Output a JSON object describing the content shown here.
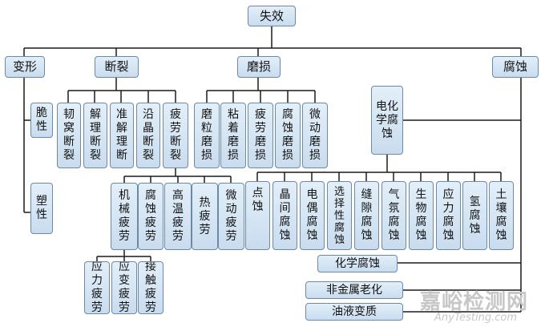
{
  "root": "失效",
  "categories": {
    "deformation": "变形",
    "fracture": "断裂",
    "wear": "磨损",
    "corrosion": "腐蚀"
  },
  "deformation_items": [
    "脆性",
    "塑性"
  ],
  "fracture_items": [
    "韧窝断裂",
    "解理断裂",
    "准解理断",
    "沿晶断裂",
    "疲劳断裂"
  ],
  "fatigue_items": [
    "机械疲劳",
    "腐蚀疲劳",
    "高温疲劳",
    "热疲劳",
    "微动疲劳"
  ],
  "mechanical_fatigue_items": [
    "应力疲劳",
    "应变疲劳",
    "接触疲劳"
  ],
  "wear_items": [
    "磨粒磨损",
    "粘着磨损",
    "疲劳磨损",
    "腐蚀磨损",
    "微动磨损"
  ],
  "electrochemical": "电化学腐蚀",
  "electrochemical_items": [
    "点蚀",
    "晶间腐蚀",
    "电偶腐蚀",
    "选择性腐蚀",
    "缝隙腐蚀",
    "气氛腐蚀",
    "生物腐蚀",
    "应力腐蚀",
    "氢腐蚀",
    "土壤腐蚀"
  ],
  "chemical": "化学腐蚀",
  "nonmetal_aging": "非金属老化",
  "oil_degradation": "油液变质",
  "watermark": {
    "cn": "嘉峪检测网",
    "en": "AnyTesting.com"
  },
  "colors": {
    "box_border": "#6b8aa8",
    "box_fill_top": "#e3eff9",
    "box_fill_bottom": "#c9dcee",
    "line": "#1a1a1a"
  }
}
